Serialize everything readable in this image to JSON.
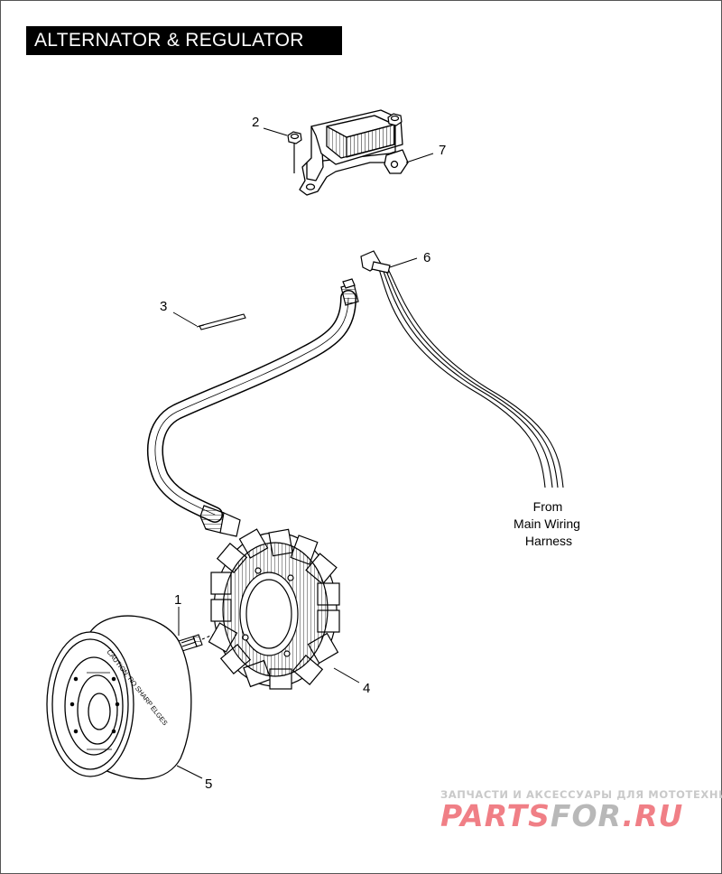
{
  "title": "ALTERNATOR & REGULATOR",
  "callouts": {
    "c1": "1",
    "c2": "2",
    "c3": "3",
    "c4": "4",
    "c5": "5",
    "c6": "6",
    "c7": "7"
  },
  "harness_note": {
    "line1": "From",
    "line2": "Main Wiring",
    "line3": "Harness"
  },
  "rotor_text": {
    "caution": "CAUTION: RO SHARP ELGES"
  },
  "watermark": {
    "tagline": "ЗАПЧАСТИ И АКСЕССУАРЫ ДЛЯ МОТОТЕХНИКИ",
    "brand_a": "PARTS",
    "brand_b": "FOR",
    "brand_c": ".RU"
  }
}
